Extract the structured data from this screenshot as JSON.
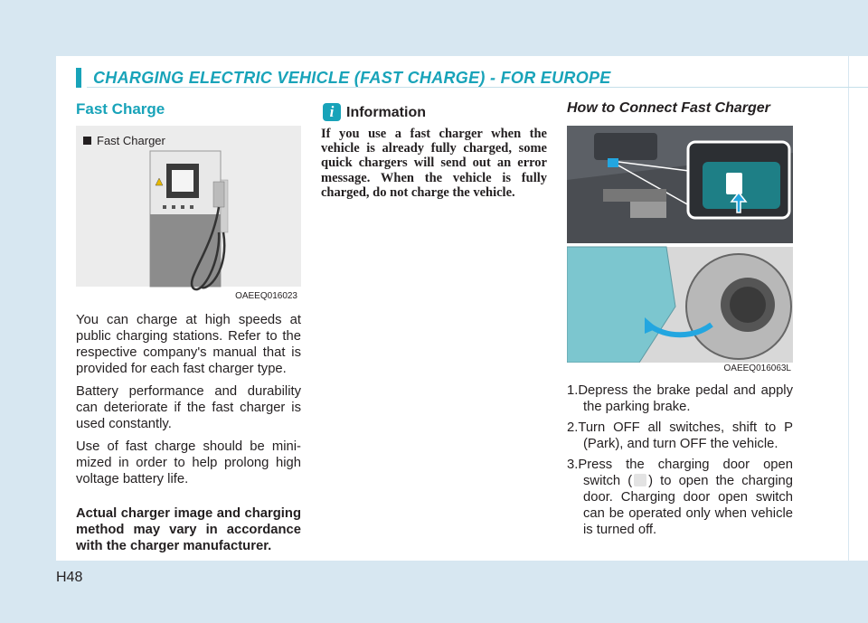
{
  "header": {
    "title": "CHARGING ELECTRIC VEHICLE (FAST CHARGE) - FOR EUROPE"
  },
  "fast_charge": {
    "heading": "Fast Charge",
    "figure_label": "Fast Charger",
    "figure_code": "OAEEQ016023",
    "paragraphs": [
      "You can charge at high speeds at public charging stations. Refer to the respective company's manual that is provided for each fast charger type.",
      "Battery performance and durability can deteriorate if the fast charger is used constantly.",
      "Use of fast charge should be mini-mized in order to help prolong high voltage battery life."
    ],
    "note": "Actual charger image and charging method may vary in accordance with the charger manufacturer."
  },
  "information": {
    "icon": "i",
    "title": "Information",
    "text": "If you use a fast charger when the vehicle is already fully charged, some quick chargers will send out an error message. When the vehicle is fully charged, do not charge the vehicle."
  },
  "how_to": {
    "heading": "How to Connect Fast Charger",
    "figure_code": "OAEEQ016063L",
    "steps": [
      {
        "num": "1.",
        "text": "Depress the brake pedal and apply the parking brake."
      },
      {
        "num": "2.",
        "text": "Turn OFF all switches, shift to P (Park), and turn OFF the vehicle."
      },
      {
        "num": "3.",
        "pre": "Press the charging door open switch (",
        "post": ") to open the charging door. Charging door open switch can be operated only when vehicle is turned off."
      }
    ]
  },
  "footer": {
    "page_number": "H48"
  },
  "colors": {
    "accent": "#18a3b9",
    "frame": "#d7e7f1",
    "arrow": "#23a6e0"
  }
}
